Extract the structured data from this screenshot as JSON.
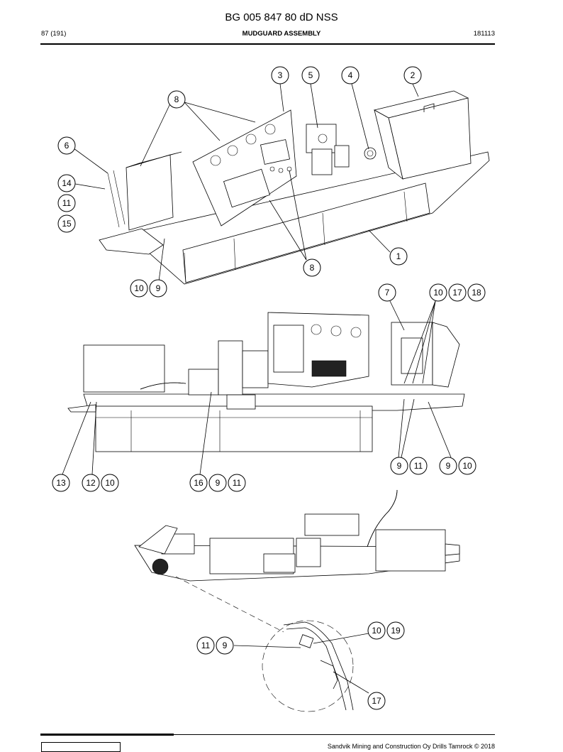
{
  "header": {
    "doc_number": "BG 005 847 80 dD NSS",
    "page": "87 (191)",
    "section_title": "MUDGUARD ASSEMBLY",
    "date_code": "181113"
  },
  "footer": {
    "copyright": "Sandvik Mining and Construction Oy Drills Tamrock © 2018"
  },
  "callouts": {
    "c3": "3",
    "c5": "5",
    "c4": "4",
    "c2": "2",
    "c8a": "8",
    "c6": "6",
    "c14": "14",
    "c11a": "11",
    "c15": "15",
    "c1": "1",
    "c8b": "8",
    "c10a": "10",
    "c9a": "9",
    "c7": "7",
    "c10b": "10",
    "c17a": "17",
    "c18": "18",
    "c9b": "9",
    "c11b": "11",
    "c9c": "9",
    "c10c": "10",
    "c13": "13",
    "c12": "12",
    "c10d": "10",
    "c16": "16",
    "c9d": "9",
    "c11c": "11",
    "c10e": "10",
    "c19": "19",
    "c11d": "11",
    "c9e": "9",
    "c17b": "17"
  }
}
